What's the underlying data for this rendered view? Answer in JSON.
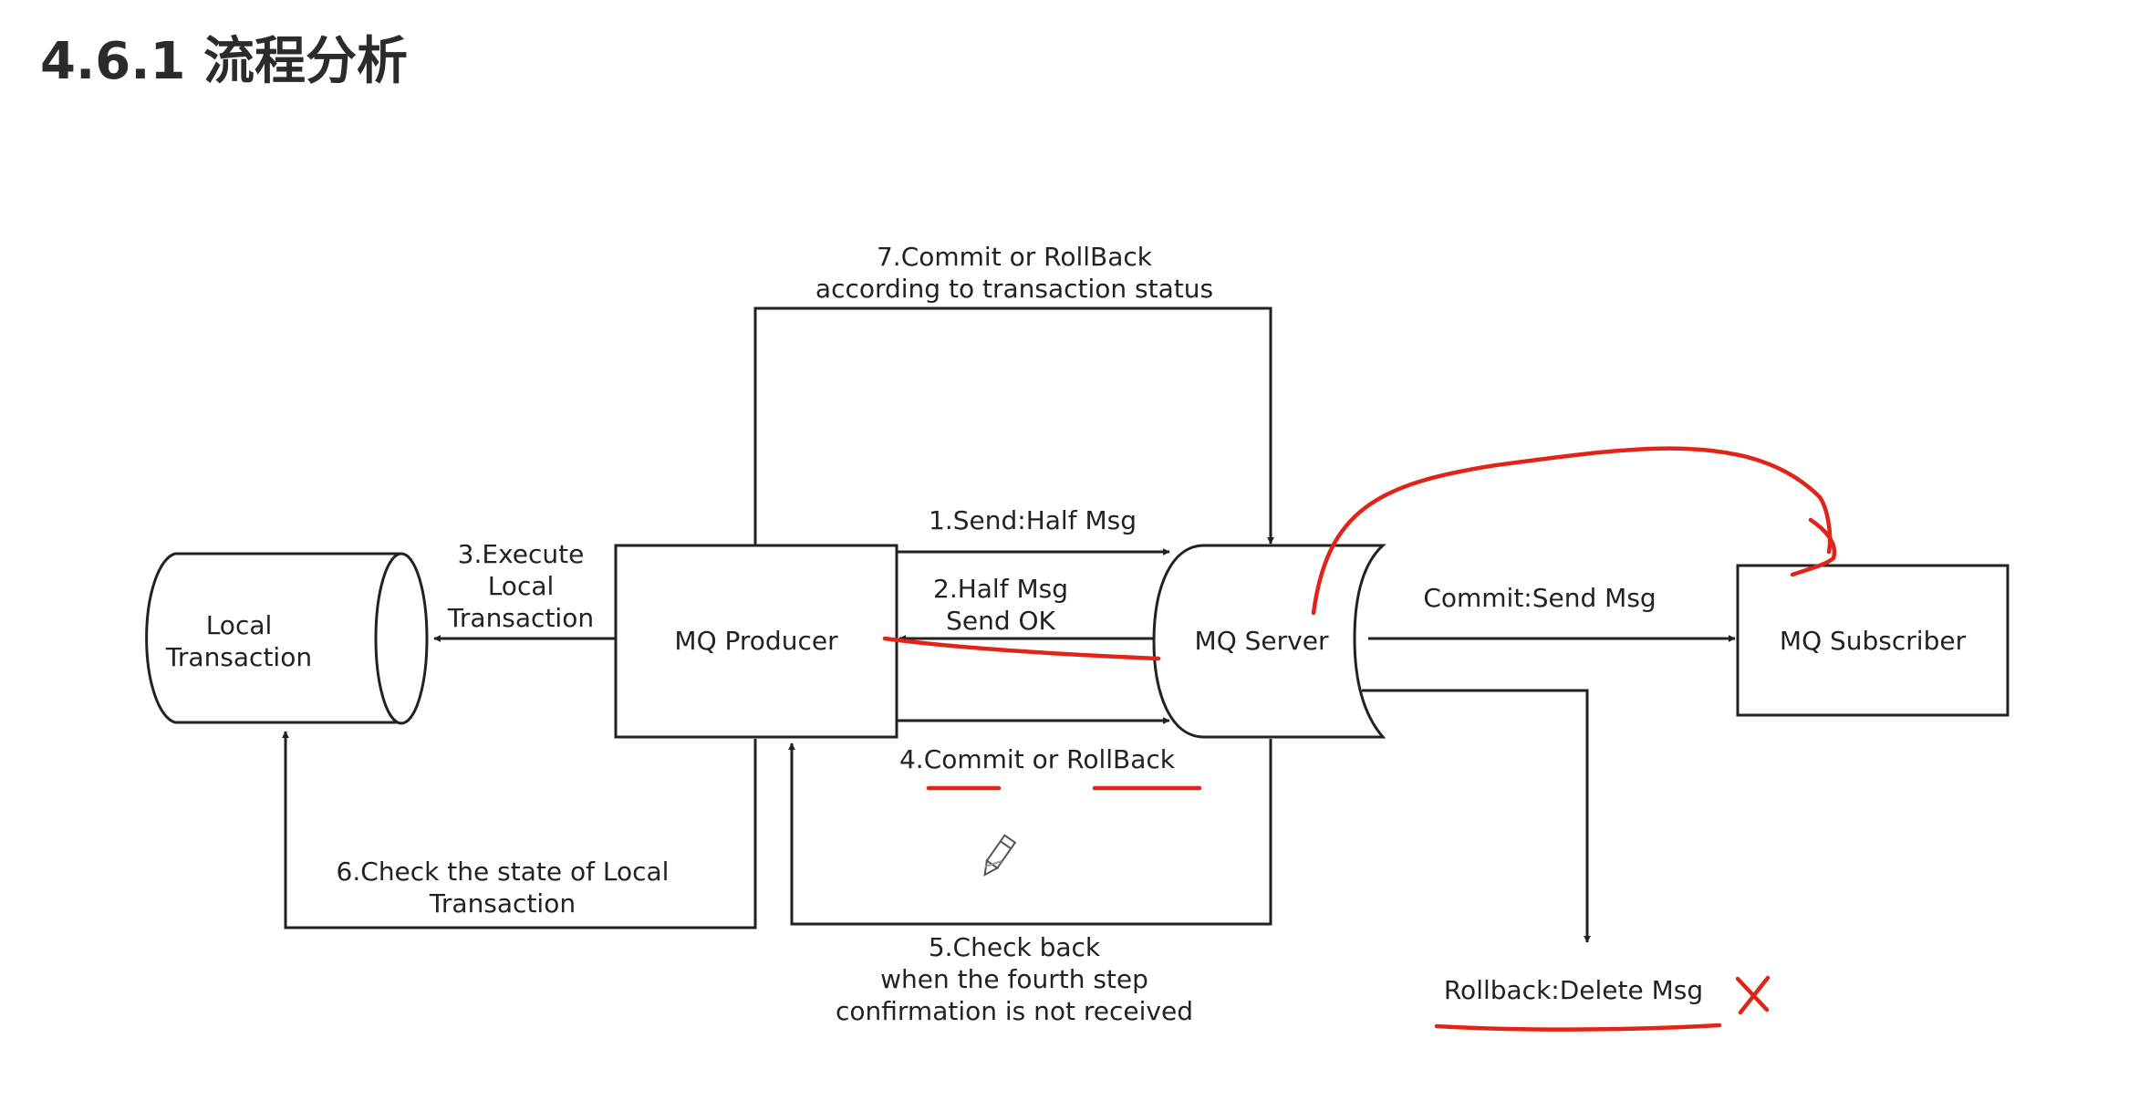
{
  "page": {
    "title": "4.6.1 流程分析"
  },
  "diagram": {
    "nodes": {
      "local_transaction": [
        "Local",
        "Transaction"
      ],
      "mq_producer": "MQ Producer",
      "mq_server": "MQ Server",
      "mq_subscriber": "MQ Subscriber"
    },
    "edges": {
      "step1": "1.Send:Half Msg",
      "step2": [
        "2.Half Msg",
        "Send OK"
      ],
      "step3": [
        "3.Execute",
        "Local",
        "Transaction"
      ],
      "step4": "4.Commit or RollBack",
      "step5": [
        "5.Check back",
        "when the fourth step",
        "confirmation is not received"
      ],
      "step6": [
        "6.Check the state of Local",
        "Transaction"
      ],
      "step7": [
        "7.Commit or RollBack",
        "according to transaction status"
      ],
      "commit": "Commit:Send Msg",
      "rollback": "Rollback:Delete Msg"
    },
    "colors": {
      "line": "#222222",
      "annotation": "#e02418"
    }
  }
}
